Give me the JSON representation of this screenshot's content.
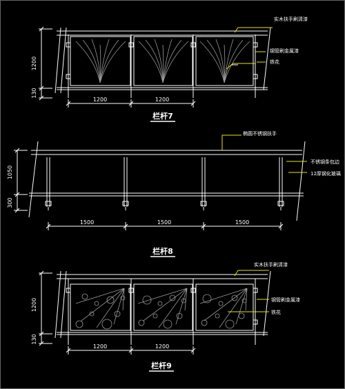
{
  "railing7": {
    "title": "栏杆7",
    "dim_height_main": "1200",
    "dim_height_base": "130",
    "dim_width_1": "1200",
    "dim_width_2": "1200",
    "label_handrail": "实木扶手刷清漆",
    "label_frame": "钢管刷金属漆",
    "label_ironwork": "铁花"
  },
  "railing8": {
    "title": "栏杆8",
    "dim_height_main": "1050",
    "dim_height_base": "300",
    "dim_width_1": "1500",
    "dim_width_2": "1500",
    "dim_width_3": "1500",
    "label_handrail": "椭圆不锈钢扶手",
    "label_edge": "不锈钢条包边",
    "label_glass": "12厚钢化玻璃"
  },
  "railing9": {
    "title": "栏杆9",
    "dim_height_main": "1200",
    "dim_height_base": "130",
    "dim_width_1": "1200",
    "dim_width_2": "1200",
    "label_handrail": "实木扶手刷清漆",
    "label_frame": "钢管刷金属漆",
    "label_ironwork": "铁花"
  }
}
